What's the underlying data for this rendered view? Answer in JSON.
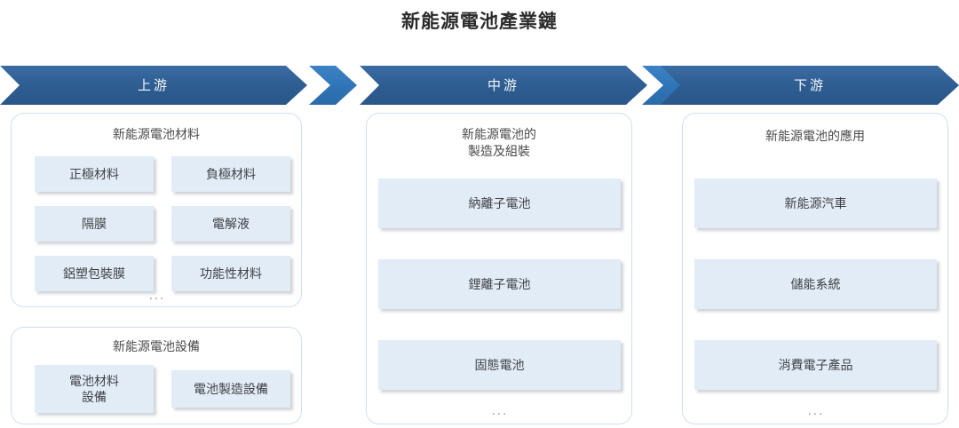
{
  "title": "新能源電池產業鏈",
  "banners": [
    {
      "label": "上游"
    },
    {
      "label": "中游"
    },
    {
      "label": "下游"
    }
  ],
  "ellipsis": "...",
  "columns": {
    "upstream": {
      "panels": [
        {
          "heading_line1": "新能源電池材料",
          "heading_line2": "",
          "items": [
            "正極材料",
            "負極材料",
            "隔膜",
            "電解液",
            "鋁塑包裝膜",
            "功能性材料"
          ],
          "has_ellipsis": true
        },
        {
          "heading_line1": "新能源電池設備",
          "heading_line2": "",
          "items": [
            "電池材料\n設備",
            "電池製造設備"
          ],
          "has_ellipsis": false
        }
      ]
    },
    "midstream": {
      "panels": [
        {
          "heading_line1": "新能源電池的",
          "heading_line2": "製造及組裝",
          "items": [
            "納離子電池",
            "鋰離子電池",
            "固態電池"
          ],
          "has_ellipsis": true
        }
      ]
    },
    "downstream": {
      "panels": [
        {
          "heading_line1": "新能源電池的應用",
          "heading_line2": "",
          "items": [
            "新能源汽車",
            "儲能系統",
            "消費電子產品"
          ],
          "has_ellipsis": true
        }
      ]
    }
  },
  "colors": {
    "banner_dark": "#2f5e93",
    "banner_light": "#2f75b8",
    "chip_fill": "#e2ecf6",
    "panel_border": "#cfe0ef",
    "text": "#3f4245"
  }
}
